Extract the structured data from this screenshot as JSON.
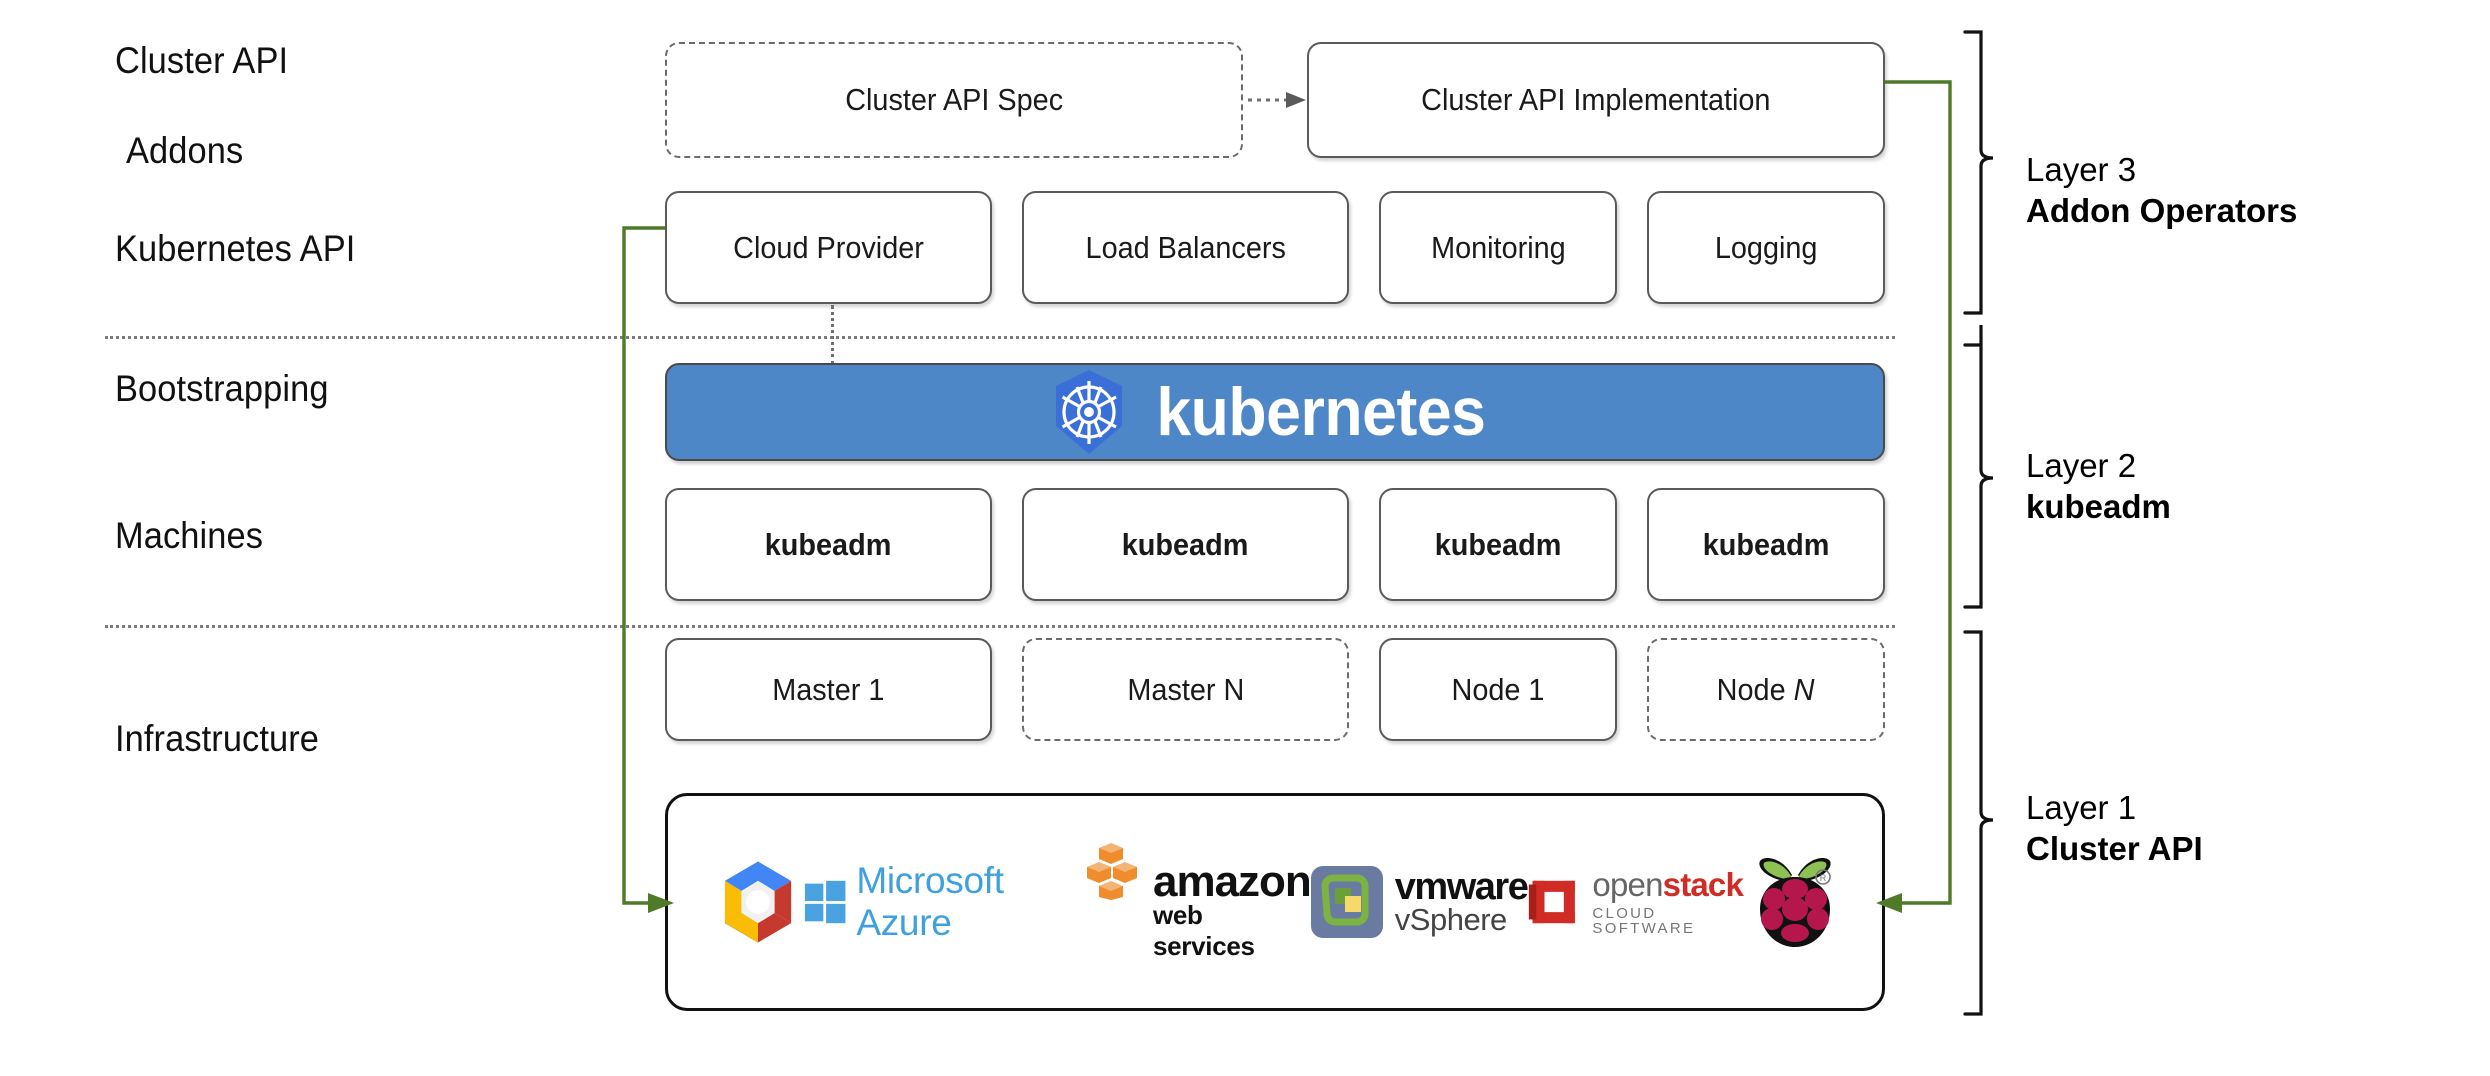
{
  "diagram": {
    "title": "Kubernetes Cluster API layered architecture",
    "accent_green": "#4f7a28",
    "k8s_blue": "#4e87c7",
    "k8s_logo_blue": "#3a6fd8",
    "box_border": "#5a5a5a",
    "divider_color": "#7b7b7b"
  },
  "row_labels": [
    {
      "text": "Cluster API",
      "name": "row-label-cluster-api"
    },
    {
      "text": "Addons",
      "name": "row-label-addons"
    },
    {
      "text": "Kubernetes API",
      "name": "row-label-kubernetes-api"
    },
    {
      "text": "Bootstrapping",
      "name": "row-label-bootstrapping"
    },
    {
      "text": "Machines",
      "name": "row-label-machines"
    },
    {
      "text": "Infrastructure",
      "name": "row-label-infrastructure"
    }
  ],
  "cluster_api_row": {
    "spec_box": "Cluster API Spec",
    "impl_box": "Cluster API Implementation"
  },
  "addons_row": {
    "boxes": [
      "Cloud Provider",
      "Load Balancers",
      "Monitoring",
      "Logging"
    ]
  },
  "kubernetes_row": {
    "wordmark": "kubernetes",
    "logo_name": "kubernetes-helm-wheel-icon"
  },
  "bootstrapping_row": {
    "boxes": [
      "kubeadm",
      "kubeadm",
      "kubeadm",
      "kubeadm"
    ]
  },
  "machines_row": {
    "boxes": [
      {
        "label": "Master 1",
        "style": "solid"
      },
      {
        "label": "Master N",
        "style": "dashed"
      },
      {
        "label": "Node 1",
        "style": "solid"
      },
      {
        "label": "Node ",
        "italic_suffix": "N",
        "style": "dashed"
      }
    ]
  },
  "infrastructure_row": {
    "logos": [
      {
        "name": "google-cloud-platform-logo",
        "alt": "Google Cloud Platform"
      },
      {
        "name": "microsoft-azure-logo",
        "alt": "Microsoft Azure",
        "text": "Microsoft Azure"
      },
      {
        "name": "amazon-web-services-logo",
        "alt": "amazon web services",
        "text_top": "amazon",
        "text_bottom": "web services"
      },
      {
        "name": "vmware-vsphere-logo",
        "alt": "VMware vSphere",
        "text_top": "vmware",
        "text_bottom": "vSphere"
      },
      {
        "name": "openstack-logo",
        "alt": "openstack cloud software",
        "text_top_a": "open",
        "text_top_b": "stack",
        "text_bottom": "CLOUD SOFTWARE"
      },
      {
        "name": "raspberry-pi-logo",
        "alt": "Raspberry Pi"
      }
    ]
  },
  "layers": [
    {
      "number": "Layer 3",
      "name": "Addon Operators"
    },
    {
      "number": "Layer 2",
      "name": "kubeadm"
    },
    {
      "number": "Layer 1",
      "name": "Cluster API"
    }
  ]
}
